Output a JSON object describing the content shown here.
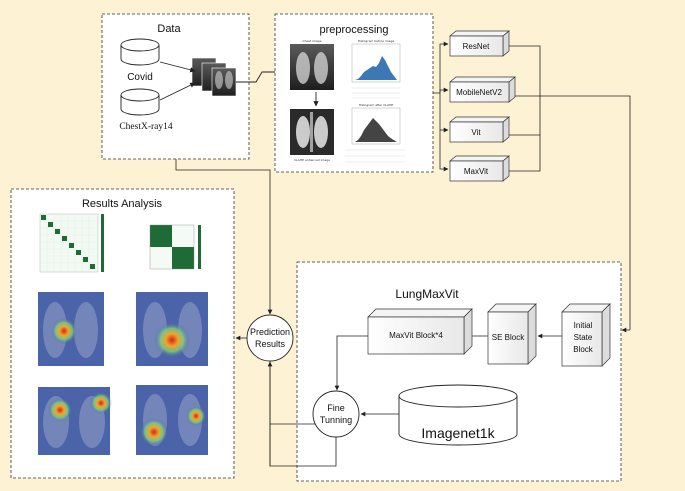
{
  "data_panel": {
    "title": "Data",
    "db1": "Covid",
    "db2": "ChestX-ray14"
  },
  "preprocessing_panel": {
    "title": "preprocessing",
    "img1_caption": "Chest image",
    "hist1_caption": "Histogram before image",
    "img2_caption": "CLAHE enhanced image",
    "hist2_caption": "Histogram after CLAHE"
  },
  "models": [
    "ResNet",
    "MobileNetV2",
    "Vit",
    "MaxVit"
  ],
  "results_panel": {
    "title": "Results Analysis"
  },
  "prediction": {
    "line1": "Prediction",
    "line2": "Results"
  },
  "lungmaxvit": {
    "title": "LungMaxVit",
    "block_maxvit": "MaxVit Block*4",
    "block_se": "SE Block",
    "block_initial_1": "Initial",
    "block_initial_2": "State",
    "block_initial_3": "Block",
    "fine_1": "Fine",
    "fine_2": "Tunning",
    "imagenet": "Imagenet1k"
  },
  "colors": {
    "background": "#fdf3d4",
    "panel": "#ffffff",
    "histogram": "#3b78b5",
    "confusion_dark": "#1e6b36",
    "heat_hot": "#e0332a"
  }
}
